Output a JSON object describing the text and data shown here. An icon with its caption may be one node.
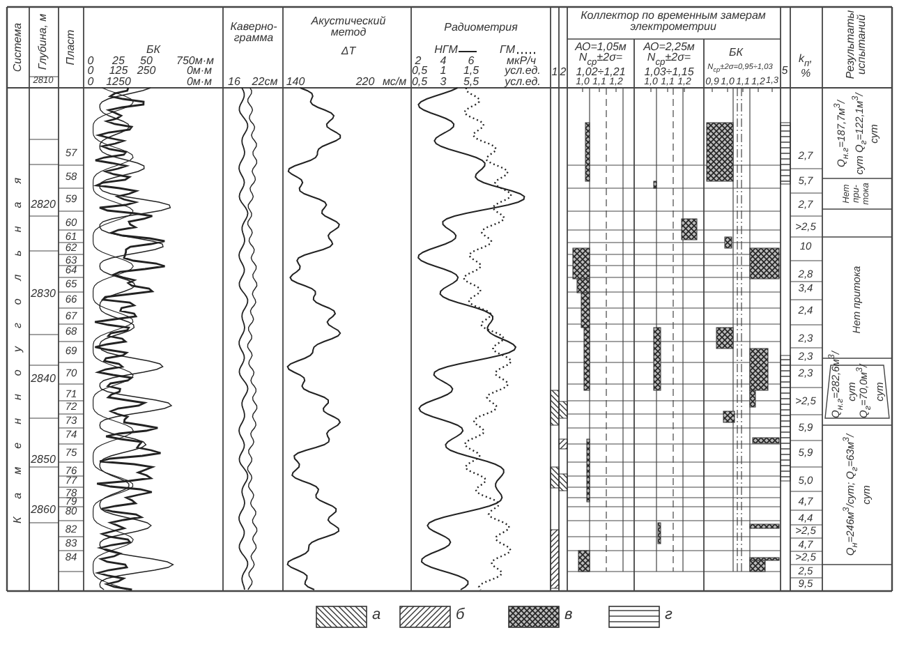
{
  "diagram": {
    "labels": [
      "Система",
      "Глубина, м",
      "Пласт",
      "БК",
      "0",
      "25",
      "50",
      "750м·м",
      "0",
      "125",
      "250",
      "0м·м",
      "0",
      "1250",
      "0м·м",
      "Каверно-грамма",
      "16",
      "22см",
      "Акустический метод",
      "ΔT",
      "140",
      "220",
      "мс/м",
      "Радиометрия",
      "НГМ",
      "ГМ",
      "2",
      "4",
      "6",
      "мкР/ч",
      "0,5",
      "1",
      "1,5",
      "усл.ед.",
      "0,5",
      "3",
      "5,5",
      "усл.ед.",
      "1",
      "2",
      "Коллектор по временным замерам электрометрии",
      "АО=1,05м",
      "N$_{ср}$±2σ=",
      "1,02÷1,21",
      "1,0",
      "1,1",
      "1,2",
      "АО=2,25м",
      "N$_{ср}$±2σ=",
      "1,03÷1,15",
      "1,0",
      "1,1",
      "1,2",
      "БК",
      "N$_{ср}$±2σ=0,95÷1,03",
      "0,9",
      "1,0",
      "1,1",
      "1,2",
      "1,3",
      "5",
      "k$_{п}$,",
      "%",
      "Результаты испытаний",
      "2810",
      "Каменноугольная",
      "2820",
      "2830",
      "2840",
      "2850",
      "2860",
      "57",
      "58",
      "59",
      "60",
      "61",
      "62",
      "63",
      "64",
      "65",
      "66",
      "67",
      "68",
      "69",
      "70",
      "71",
      "72",
      "73",
      "74",
      "75",
      "76",
      "77",
      "78",
      "79",
      "80",
      "82",
      "83",
      "84",
      "2,7",
      "5,7",
      "2,7",
      ">2,5",
      "10",
      "2,8",
      "3,4",
      "2,4",
      "2,3",
      "2,3",
      "2,3",
      ">2,5",
      "5,9",
      "5,9",
      "5,0",
      "4,7",
      "4,4",
      ">2,5",
      "4,7",
      ">2,5",
      "2,5",
      "9,5",
      "Q$_{н.г}$=187,7м$^{3}$/сут Q$_{г}$=122,1м$^{3}$/сут",
      "Нет при-тока",
      "Нет притока",
      "Q$_{н.г}$=282,6м$^{3}$/сут Q$_{г}$=70,0м$^{3}$/сут",
      "Q$_{н}$=246м$^{3}$/сут; Q$_{г}$=63м$^{3}$/сут"
    ],
    "legend": [
      {
        "text": "а"
      },
      {
        "text": "б"
      },
      {
        "text": "в"
      },
      {
        "text": "г"
      }
    ]
  }
}
